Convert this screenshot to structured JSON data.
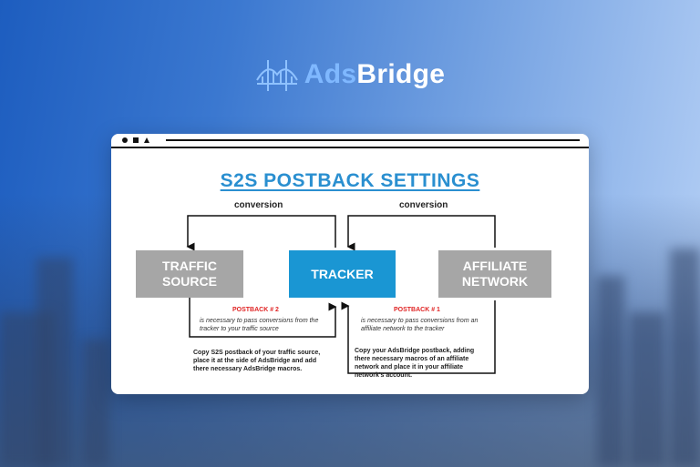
{
  "brand": {
    "ads": "Ads",
    "bridge": "Bridge",
    "icon": "bridge-icon",
    "colors": {
      "ads": "#7fb8ff",
      "bridge": "#ffffff"
    }
  },
  "window": {
    "controls": [
      "circle-icon",
      "square-icon",
      "triangle-icon"
    ]
  },
  "diagram": {
    "title": "S2S POSTBACK SETTINGS",
    "nodes": {
      "traffic_source": {
        "line1": "TRAFFIC",
        "line2": "SOURCE"
      },
      "tracker": {
        "label": "TRACKER"
      },
      "affiliate_network": {
        "line1": "AFFILIATE",
        "line2": "NETWORK"
      }
    },
    "edges": {
      "left_conversion": "conversion",
      "right_conversion": "conversion"
    },
    "postbacks": {
      "pb2": {
        "label": "POSTBACK # 2",
        "desc1": "is necessary to pass conversions from the",
        "desc2": "tracker to your traffic source",
        "note1": "Copy S2S postback of your traffic source,",
        "note2": "place it at the side of AdsBridge and add",
        "note3": "there necessary AdsBridge macros."
      },
      "pb1": {
        "label": "POSTBACK # 1",
        "desc1": "is necessary to pass conversions from an",
        "desc2": "affiliate network to the tracker",
        "note1": "Copy your AdsBridge postback, adding",
        "note2": "there necessary macros of an affiliate",
        "note3": "network and place it in your affiliate",
        "note4": "network's account."
      }
    },
    "colors": {
      "title": "#2a8fd0",
      "tracker": "#1a96d3",
      "gray": "#a6a6a6",
      "postback": "#e02424"
    }
  }
}
